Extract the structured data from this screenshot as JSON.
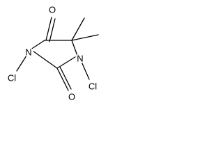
{
  "molecule": {
    "atoms": {
      "o_top": "O",
      "o_bottom": "O",
      "n_left": "N",
      "n_right": "N",
      "cl_left": "Cl",
      "cl_right": "Cl"
    },
    "colors": {
      "bond": "#000000",
      "label": "#000000",
      "background": "#ffffff"
    }
  }
}
